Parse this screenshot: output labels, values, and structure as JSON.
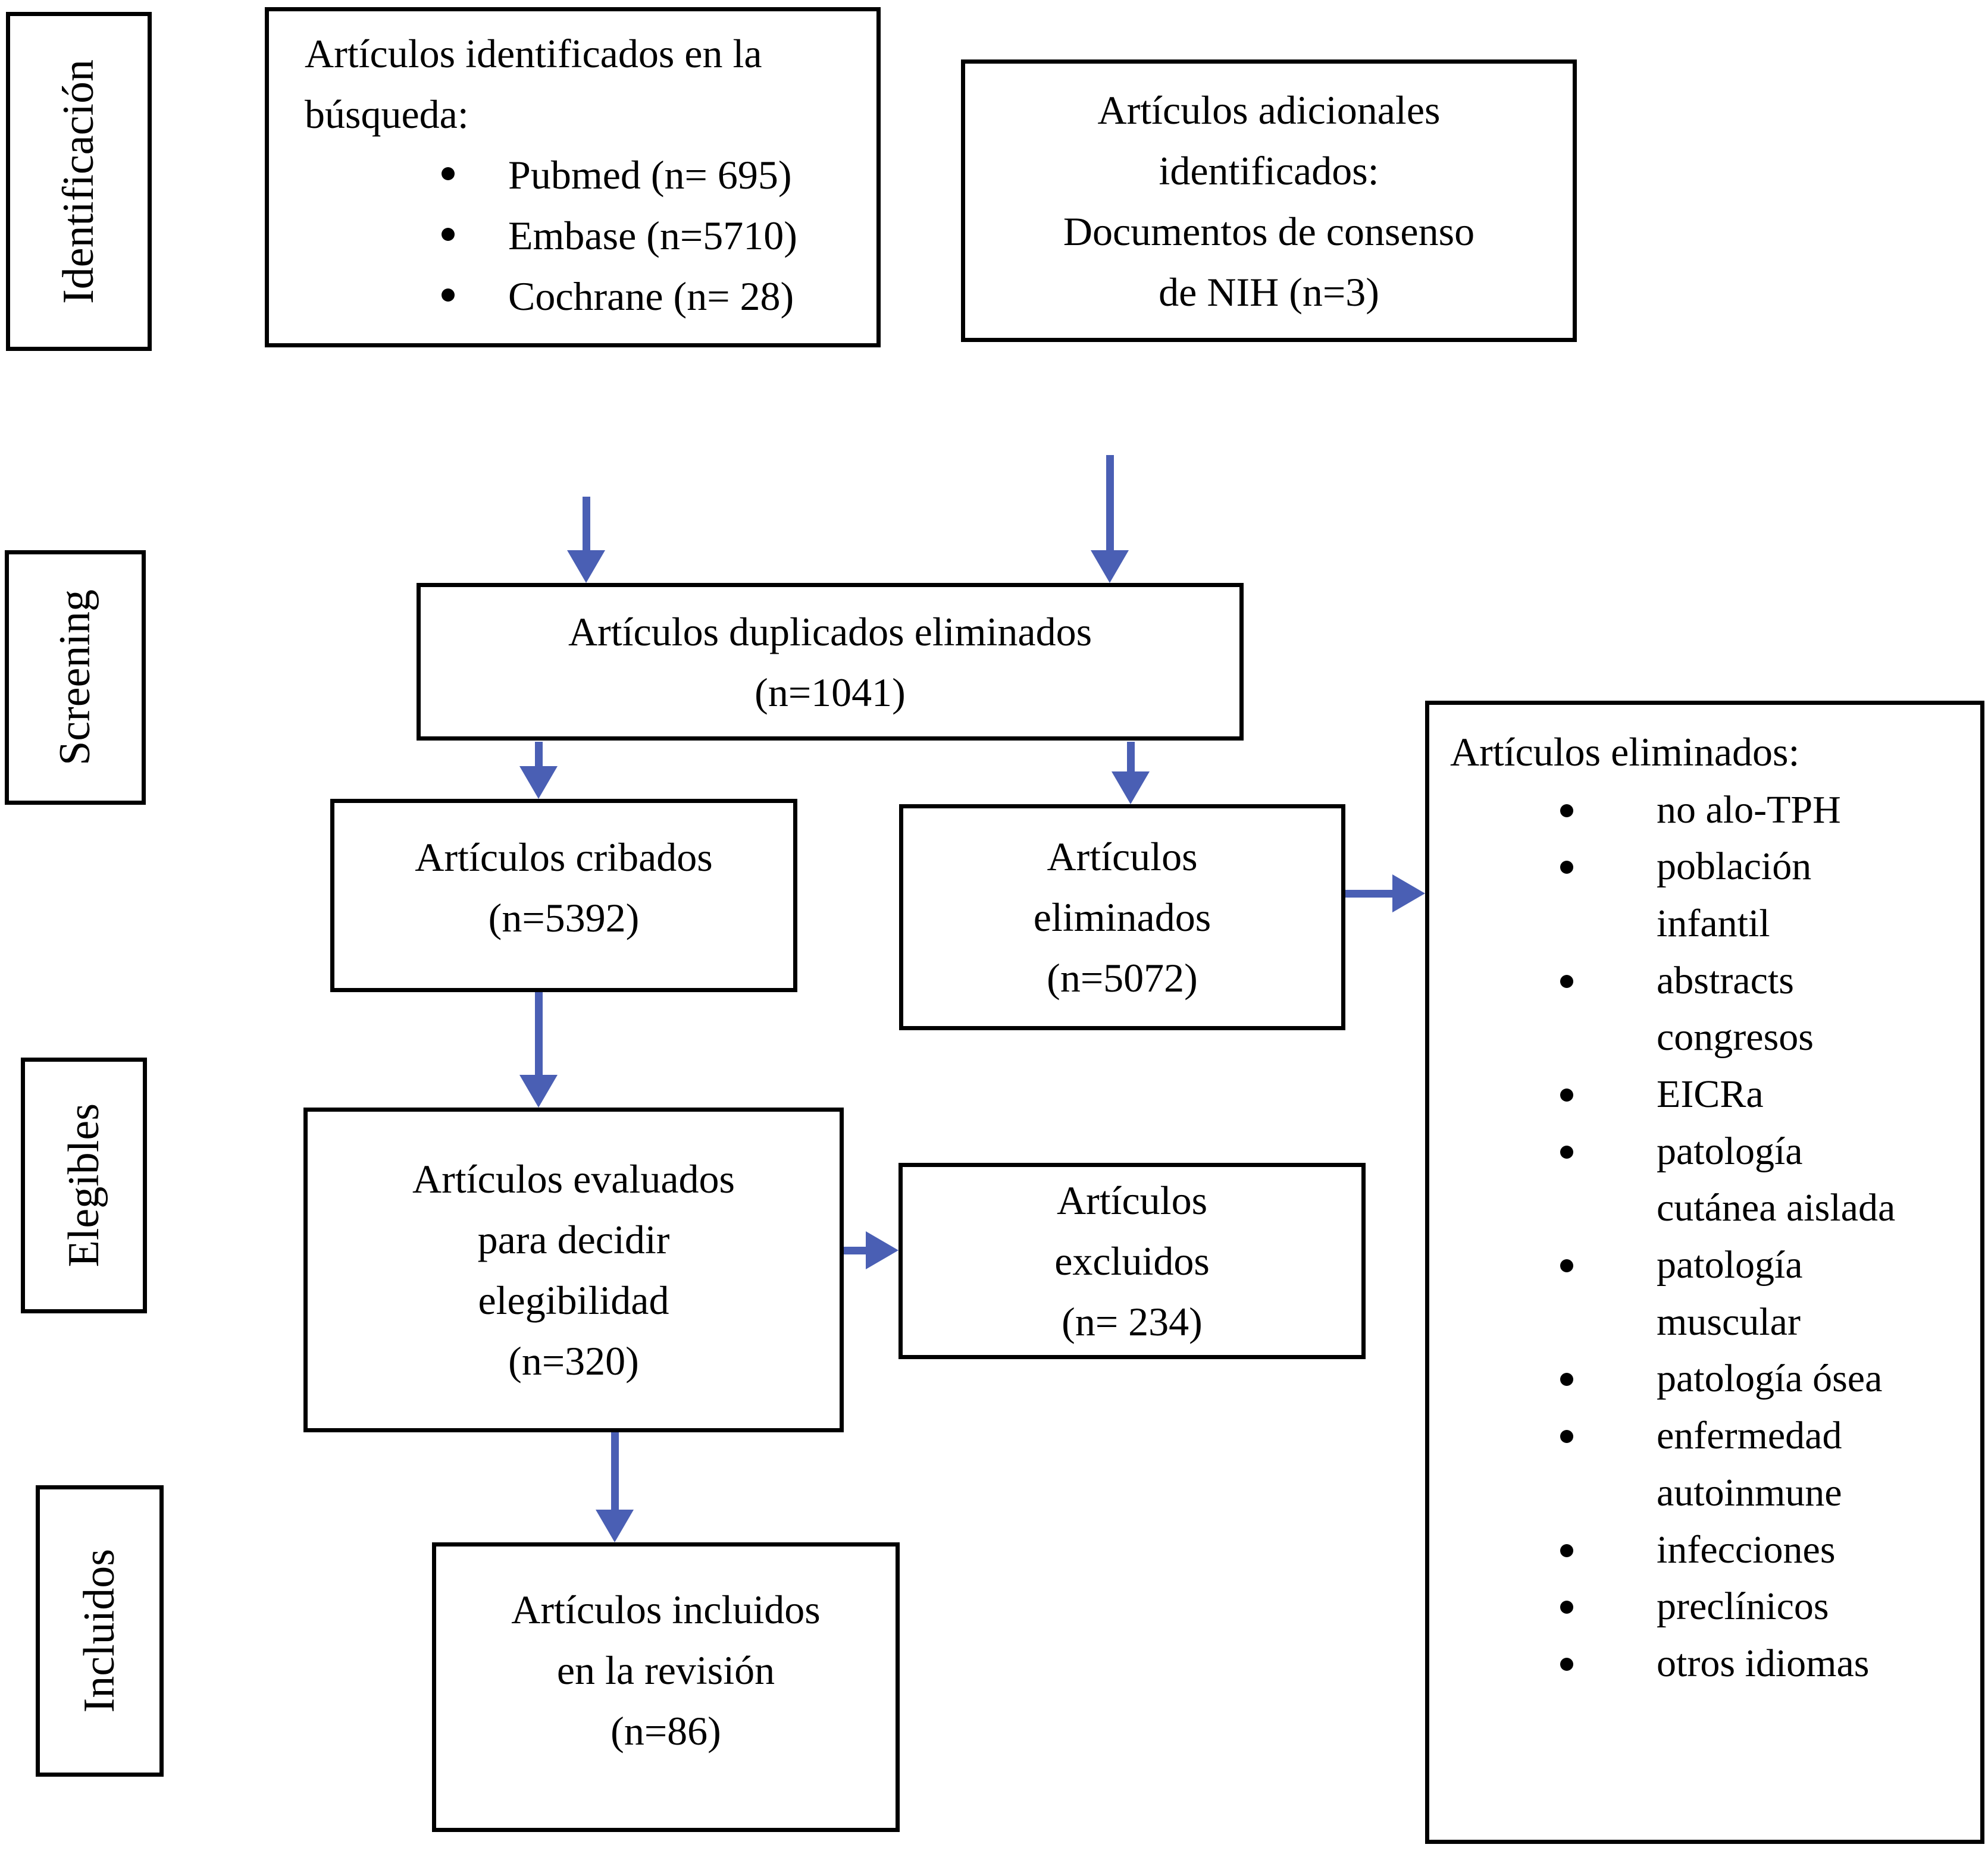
{
  "colors": {
    "arrow": "#4a5fb4",
    "box_border": "#000000",
    "background": "#ffffff",
    "text": "#000000"
  },
  "icons": {
    "bullet_icon": "filled-circle",
    "arrowhead_icon": "solid-triangle"
  },
  "stages": [
    {
      "label": "Identificación"
    },
    {
      "label": "Screening"
    },
    {
      "label": "Elegibles"
    },
    {
      "label": "Incluidos"
    }
  ],
  "identified_box": {
    "title": "Artículos identificados en la búsqueda:",
    "items": [
      "Pubmed (n= 695)",
      "Embase (n=5710)",
      "Cochrane (n= 28)"
    ]
  },
  "additional_box": {
    "lines": [
      "Artículos adicionales",
      "identificados:",
      "Documentos de consenso",
      "de NIH (n=3)"
    ]
  },
  "duplicates_box": {
    "lines": [
      "Artículos duplicados eliminados",
      "(n=1041)"
    ]
  },
  "screened_box": {
    "lines": [
      "Artículos cribados",
      "(n=5392)"
    ]
  },
  "removed_box": {
    "lines": [
      "Artículos",
      "eliminados",
      "(n=5072)"
    ]
  },
  "eligibility_box": {
    "lines": [
      "Artículos evaluados",
      "para decidir",
      "elegibilidad",
      "(n=320)"
    ]
  },
  "excluded_box": {
    "lines": [
      "Artículos",
      "excluidos",
      "(n= 234)"
    ]
  },
  "included_box": {
    "lines": [
      "Artículos incluidos",
      "en la revisión",
      "(n=86)"
    ]
  },
  "exclusion_panel": {
    "title": "Artículos eliminados:",
    "items": [
      "no alo-TPH",
      "población infantil",
      "abstracts congresos",
      "EICRa",
      "patología cutánea aislada",
      "patología muscular",
      "patología ósea",
      "enfermedad autoinmune",
      "infecciones",
      "preclínicos",
      "otros idiomas"
    ]
  }
}
